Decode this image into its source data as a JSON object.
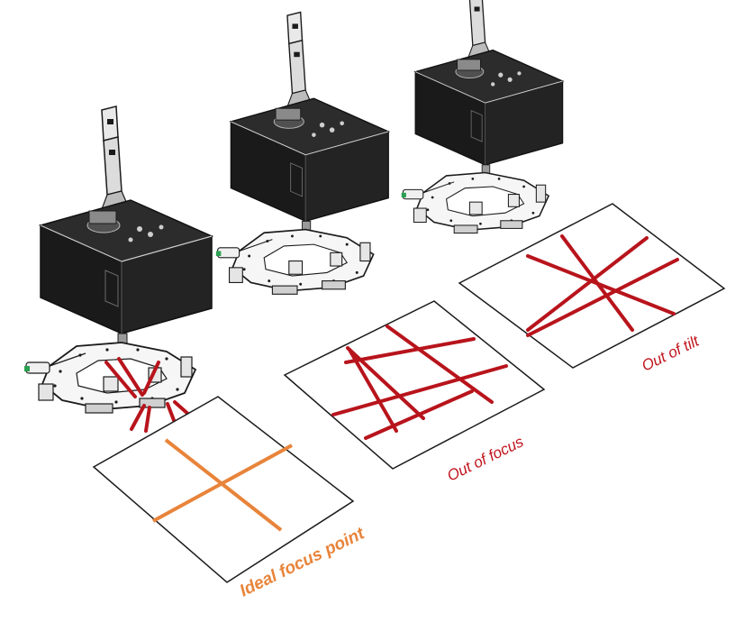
{
  "labels": {
    "ideal": "Ideal focus point",
    "out_of_focus": "Out of focus",
    "out_of_tilt": "Out of tilt"
  },
  "colors": {
    "ideal": "#e8843a",
    "ideal_text": "#e8843a",
    "error": "#b8141c",
    "error_text": "#c0141c",
    "device_body": "#1a1a1a",
    "plate": "#f4f4f4",
    "outline": "#1b1b1b"
  },
  "devices": [
    {
      "name": "device-ideal",
      "state": "ideal",
      "laser_beams": true
    },
    {
      "name": "device-out-of-focus",
      "state": "out-of-focus",
      "laser_beams": false
    },
    {
      "name": "device-out-of-tilt",
      "state": "out-of-tilt",
      "laser_beams": false
    }
  ]
}
